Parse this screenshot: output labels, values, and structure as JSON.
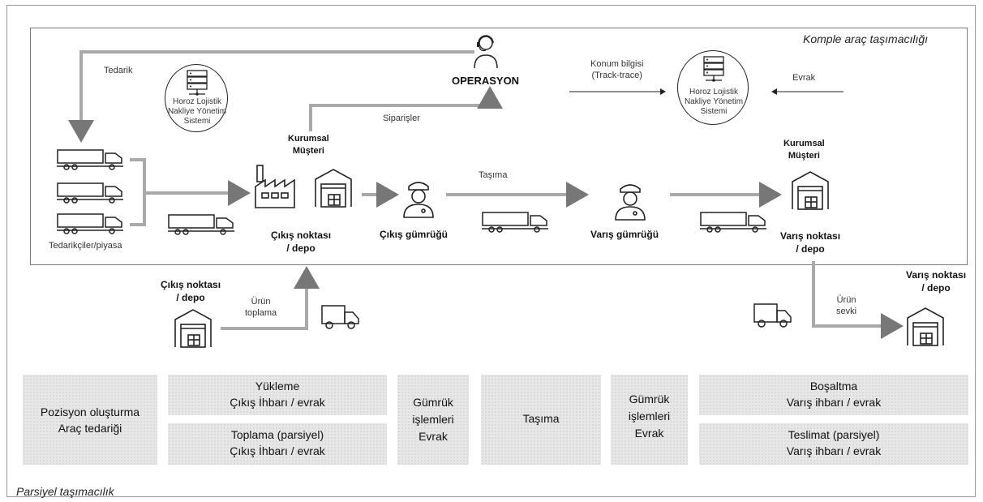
{
  "labels": {
    "komple": "Komple araç taşımacılığı",
    "parsiyel": "Parsiyel taşımacılık",
    "tedarik": "Tedarik",
    "operasyon": "OPERASYON",
    "siparisler": "Siparişler",
    "konum_line1": "Konum bilgisi",
    "konum_line2": "(Track-trace)",
    "evrak": "Evrak",
    "tasima_arrow": "Taşıma",
    "tedarikciler": "Tedarikçiler/piyasa",
    "kurumsal_musteri_1_line1": "Kurumsal",
    "kurumsal_musteri_1_line2": "Müşteri",
    "kurumsal_musteri_2_line1": "Kurumsal",
    "kurumsal_musteri_2_line2": "Müşteri",
    "cikis_noktasi_line1": "Çıkış noktası",
    "cikis_noktasi_line2": "/ depo",
    "cikis_gumrugu": "Çıkış gümrüğü",
    "varis_gumrugu": "Varış gümrüğü",
    "varis_noktasi_line1": "Varış noktası",
    "varis_noktasi_line2": "/ depo",
    "cikis_noktasi_b_line1": "Çıkış noktası",
    "cikis_noktasi_b_line2": "/ depo",
    "varis_noktasi_b_line1": "Varış noktası",
    "varis_noktasi_b_line2": "/ depo",
    "urun_toplama_line1": "Ürün",
    "urun_toplama_line2": "toplama",
    "urun_sevki_line1": "Ürün",
    "urun_sevki_line2": "sevki"
  },
  "tms": {
    "line1": "Horoz Lojistik",
    "line2": "Nakliye Yönetim",
    "line3": "Sistemi"
  },
  "steps": {
    "s1_line1": "Pozisyon oluşturma",
    "s1_line2": "Araç tedariği",
    "s2a_line1": "Yükleme",
    "s2a_line2": "Çıkış İhbarı / evrak",
    "s2b_line1": "Toplama (parsiyel)",
    "s2b_line2": "Çıkış İhbarı / evrak",
    "s3_line1": "Gümrük",
    "s3_line2": "işlemleri",
    "s3_line3": "Evrak",
    "s4": "Taşıma",
    "s5_line1": "Gümrük",
    "s5_line2": "işlemleri",
    "s5_line3": "Evrak",
    "s6a_line1": "Boşaltma",
    "s6a_line2": "Varış ihbarı / evrak",
    "s6b_line1": "Teslimat (parsiyel)",
    "s6b_line2": "Varış ihbarı / evrak"
  },
  "colors": {
    "flow_gray": "#a9a9a9",
    "box_gray": "#e7e7e7",
    "ink": "#222222"
  }
}
